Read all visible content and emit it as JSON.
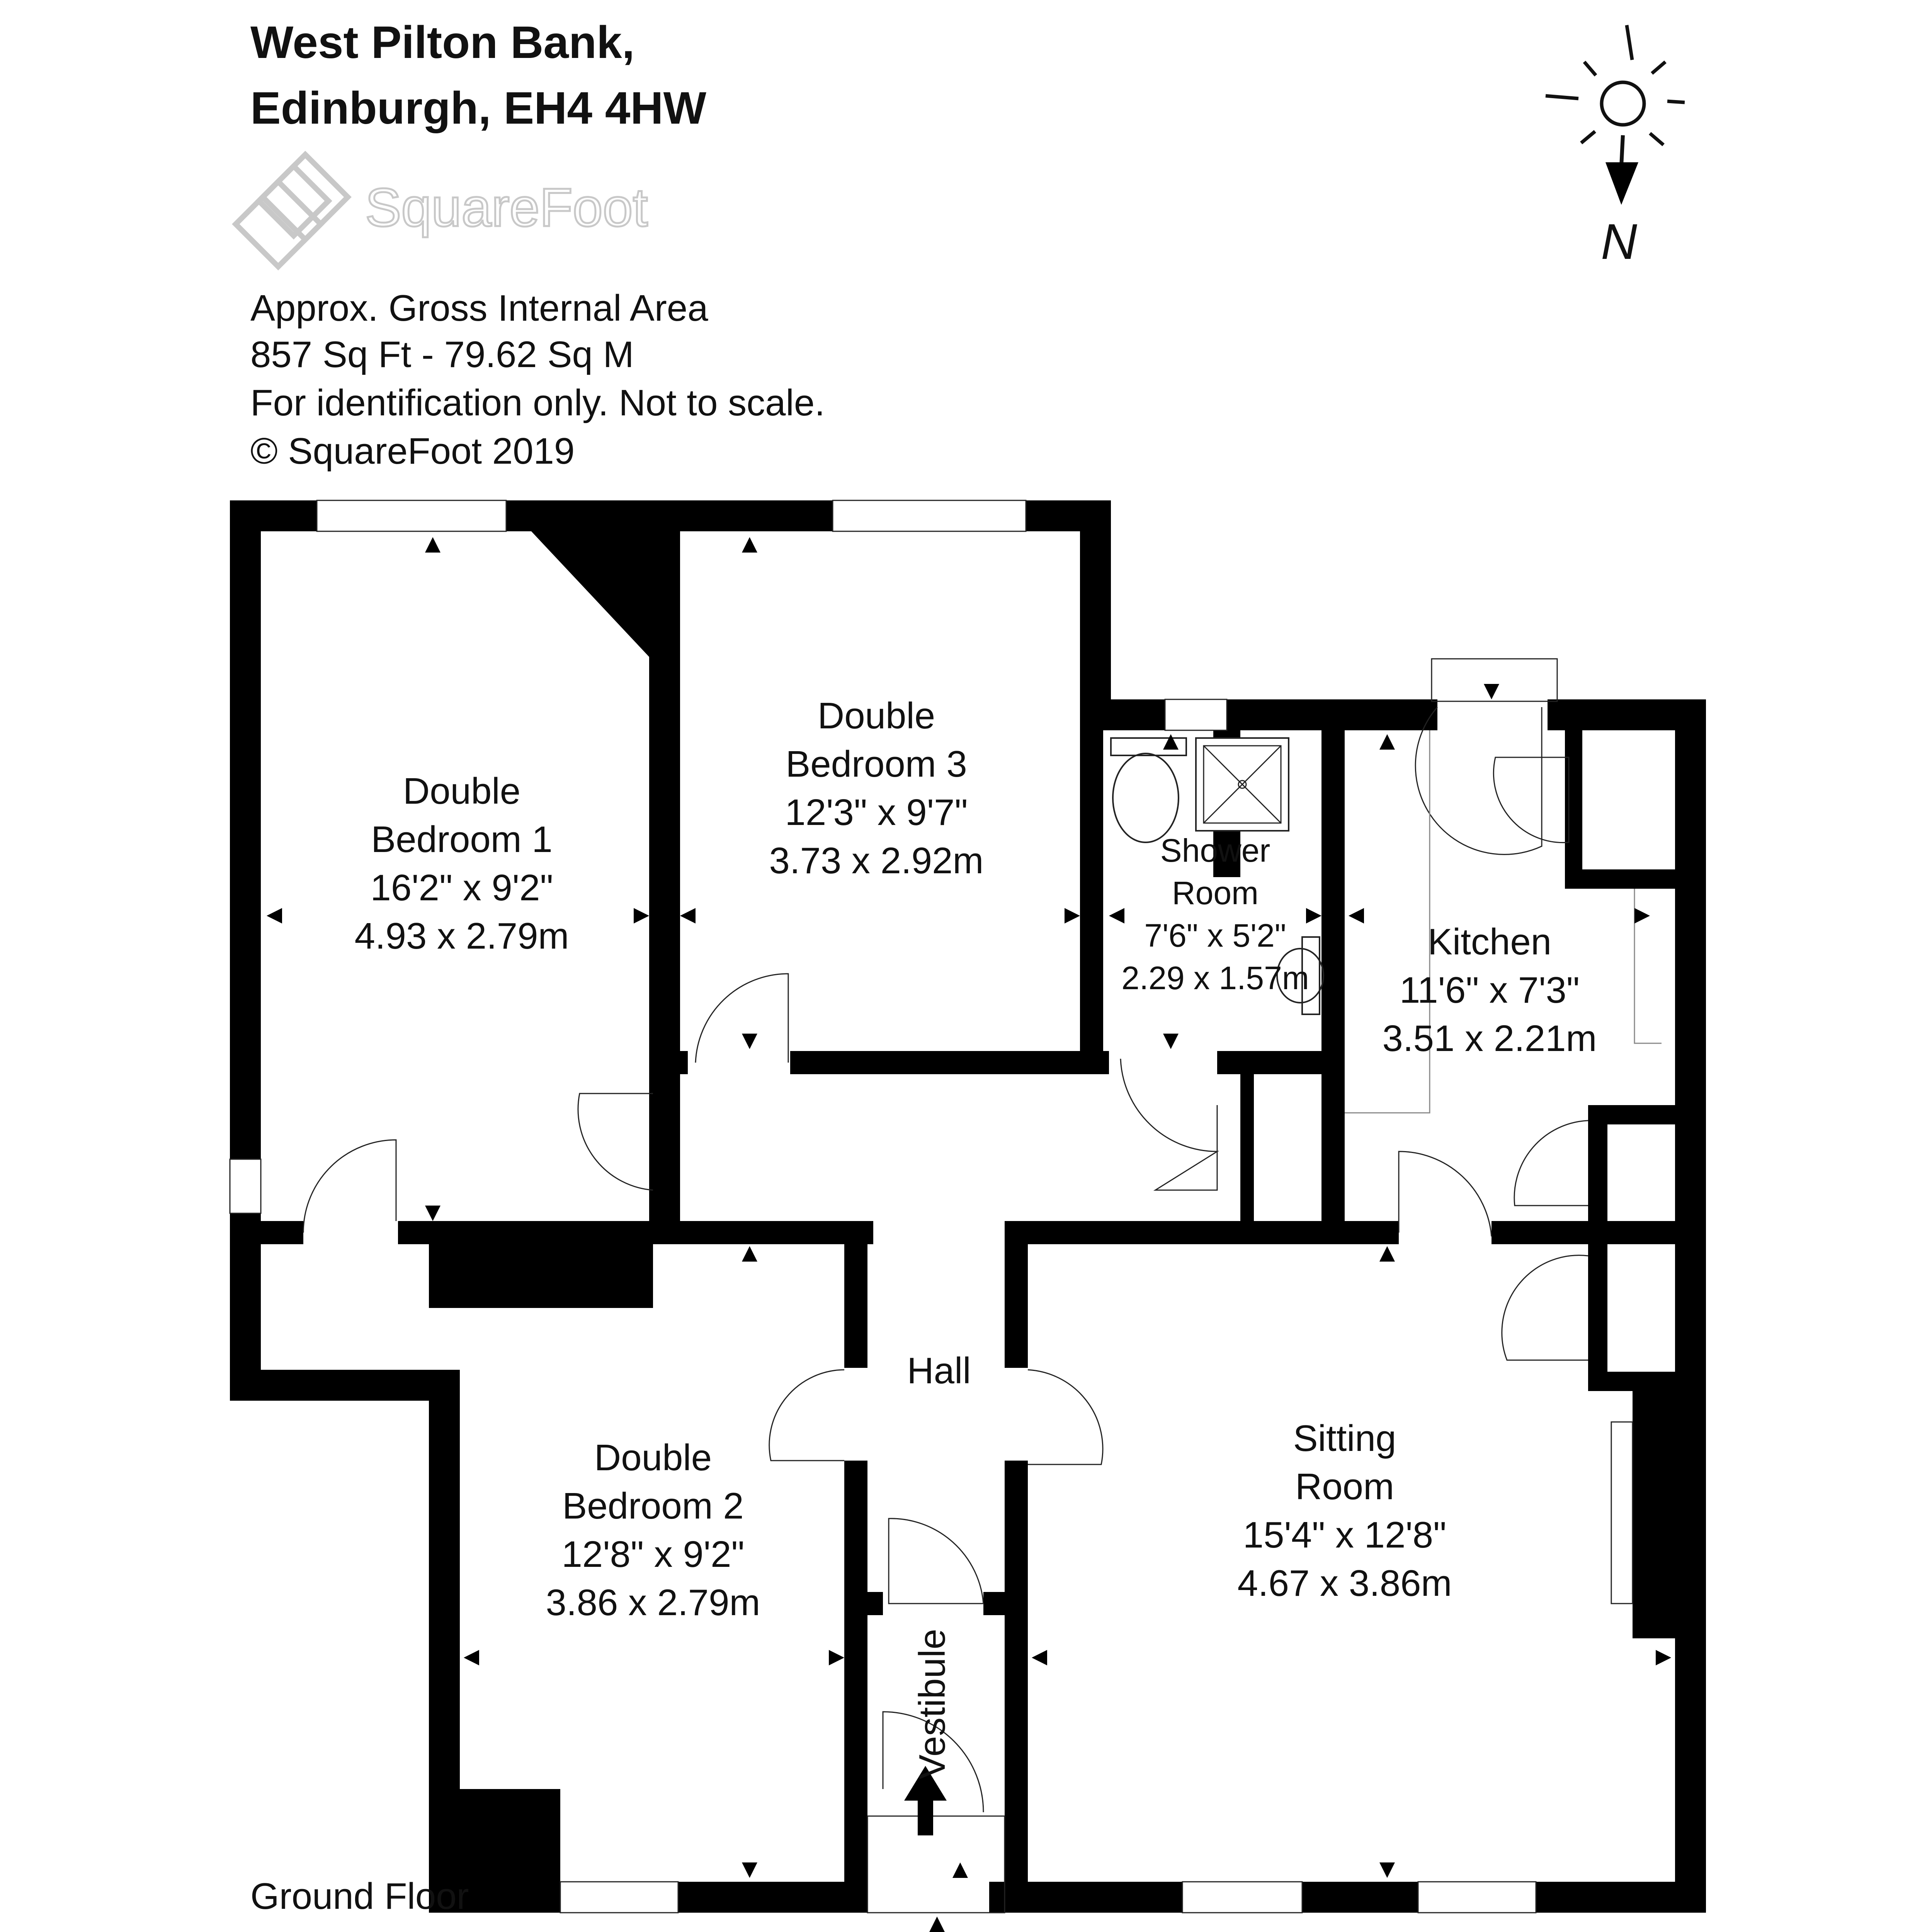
{
  "header": {
    "address_line1": "West Pilton Bank,",
    "address_line2": "Edinburgh, EH4 4HW",
    "logo_text": "SquareFoot"
  },
  "info": {
    "line1": "Approx. Gross Internal Area",
    "line2": "857 Sq Ft  -  79.62 Sq M",
    "line3": "For identification only. Not to scale.",
    "line4": "© SquareFoot 2019"
  },
  "compass": {
    "label": "N"
  },
  "floor_label": "Ground Floor",
  "rooms": {
    "bedroom1": {
      "line1": "Double",
      "line2": "Bedroom 1",
      "imperial": "16'2\" x 9'2\"",
      "metric": "4.93 x 2.79m"
    },
    "bedroom3": {
      "line1": "Double",
      "line2": "Bedroom 3",
      "imperial": "12'3\" x 9'7\"",
      "metric": "3.73 x 2.92m"
    },
    "shower": {
      "line1": "Shower",
      "line2": "Room",
      "imperial": "7'6\" x 5'2\"",
      "metric": "2.29 x 1.57m"
    },
    "kitchen": {
      "line1": "Kitchen",
      "imperial": "11'6\" x 7'3\"",
      "metric": "3.51 x 2.21m"
    },
    "hall": {
      "line1": "Hall"
    },
    "bedroom2": {
      "line1": "Double",
      "line2": "Bedroom 2",
      "imperial": "12'8\" x 9'2\"",
      "metric": "3.86 x 2.79m"
    },
    "sitting": {
      "line1": "Sitting",
      "line2": "Room",
      "imperial": "15'4\" x 12'8\"",
      "metric": "4.67 x 3.86m"
    },
    "vestibule": {
      "line1": "Vestibule"
    }
  }
}
